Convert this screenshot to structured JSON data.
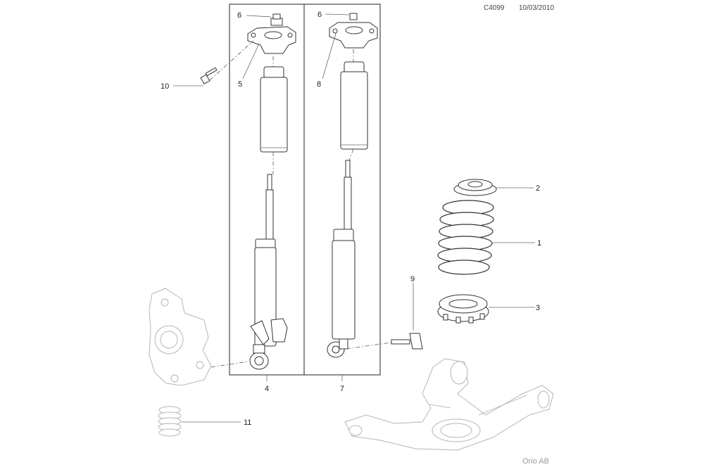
{
  "header": {
    "drawing_id": "C4099",
    "date": "10/03/2010"
  },
  "footer": {
    "credit": "Orio AB"
  },
  "callouts": {
    "c1": "1",
    "c2": "2",
    "c3": "3",
    "c4": "4",
    "c5": "5",
    "c6a": "6",
    "c6b": "6",
    "c7": "7",
    "c8": "8",
    "c9": "9",
    "c10": "10",
    "c11": "11"
  }
}
